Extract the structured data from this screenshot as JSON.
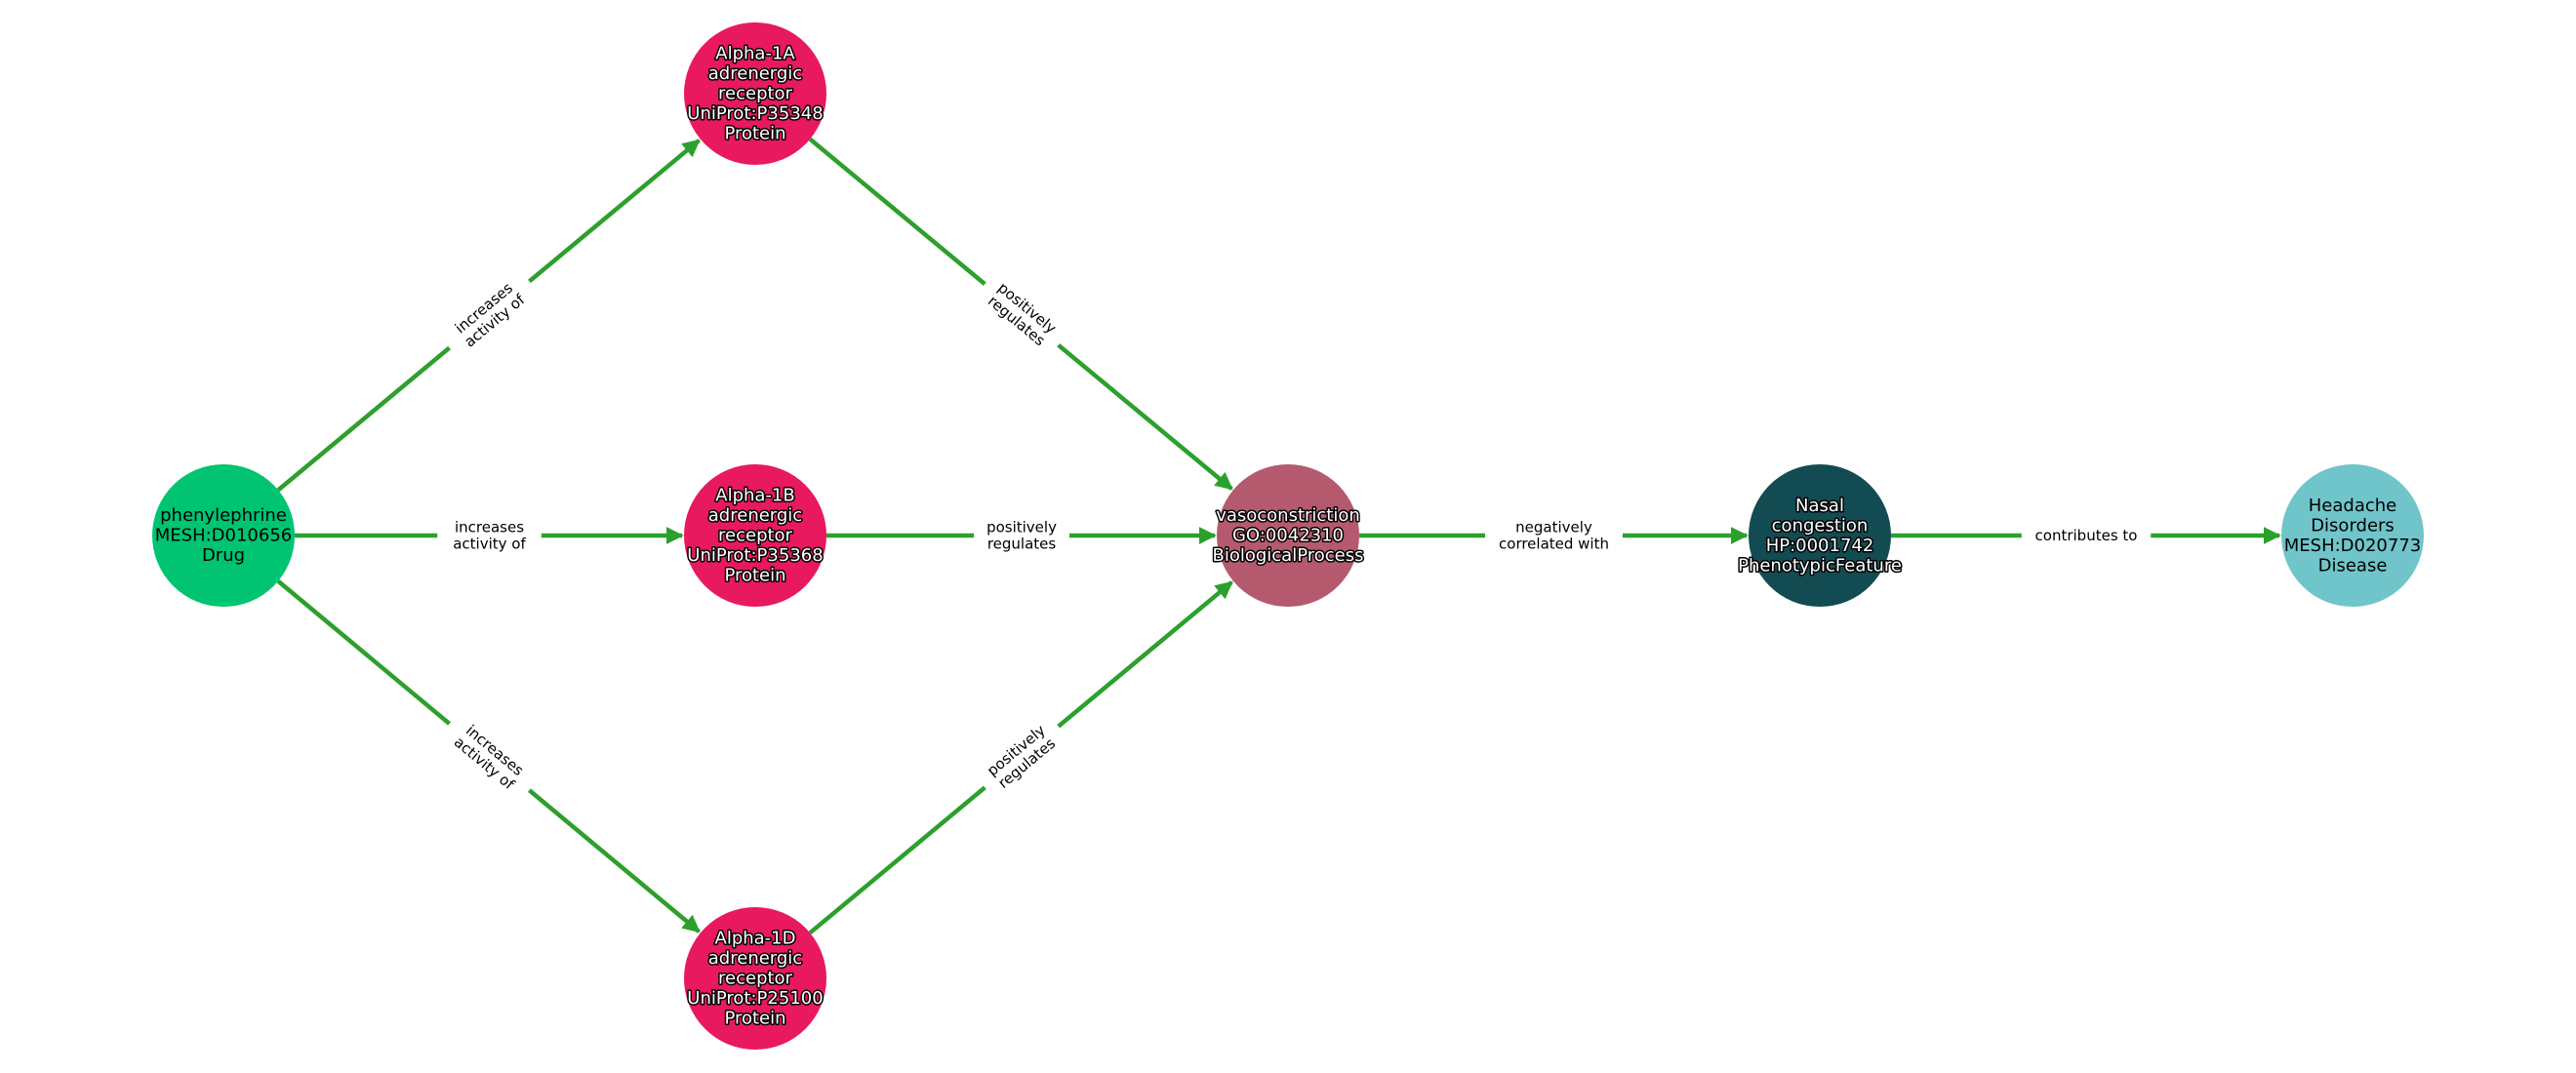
{
  "colors": {
    "edge": "#2ca02c",
    "Drug": "#00c472",
    "Protein": "#e8195f",
    "BiologicalProcess": "#b55a6e",
    "PhenotypicFeature": "#134b53",
    "Disease": "#6fc5c9"
  },
  "nodes": [
    {
      "id": "drug",
      "type": "Drug",
      "lines": [
        "phenylephrine",
        "MESH:D010656",
        "Drug"
      ],
      "halo": false
    },
    {
      "id": "a1a",
      "type": "Protein",
      "lines": [
        "Alpha-1A",
        "adrenergic",
        "receptor",
        "UniProt:P35348",
        "Protein"
      ],
      "halo": true
    },
    {
      "id": "a1b",
      "type": "Protein",
      "lines": [
        "Alpha-1B",
        "adrenergic",
        "receptor",
        "UniProt:P35368",
        "Protein"
      ],
      "halo": true
    },
    {
      "id": "a1d",
      "type": "Protein",
      "lines": [
        "Alpha-1D",
        "adrenergic",
        "receptor",
        "UniProt:P25100",
        "Protein"
      ],
      "halo": true
    },
    {
      "id": "vaso",
      "type": "BiologicalProcess",
      "lines": [
        "vasoconstriction",
        "GO:0042310",
        "BiologicalProcess"
      ],
      "halo": true
    },
    {
      "id": "nasal",
      "type": "PhenotypicFeature",
      "lines": [
        "Nasal",
        "congestion",
        "HP:0001742",
        "PhenotypicFeature"
      ],
      "halo": true
    },
    {
      "id": "headache",
      "type": "Disease",
      "lines": [
        "Headache",
        "Disorders",
        "MESH:D020773",
        "Disease"
      ],
      "halo": false
    }
  ],
  "edges": [
    {
      "from": "drug",
      "to": "a1a",
      "lines": [
        "increases",
        "activity of"
      ]
    },
    {
      "from": "drug",
      "to": "a1b",
      "lines": [
        "increases",
        "activity of"
      ]
    },
    {
      "from": "drug",
      "to": "a1d",
      "lines": [
        "increases",
        "activity of"
      ]
    },
    {
      "from": "a1a",
      "to": "vaso",
      "lines": [
        "positively",
        "regulates"
      ]
    },
    {
      "from": "a1b",
      "to": "vaso",
      "lines": [
        "positively",
        "regulates"
      ]
    },
    {
      "from": "a1d",
      "to": "vaso",
      "lines": [
        "positively",
        "regulates"
      ]
    },
    {
      "from": "vaso",
      "to": "nasal",
      "lines": [
        "negatively",
        "correlated with"
      ]
    },
    {
      "from": "nasal",
      "to": "headache",
      "lines": [
        "contributes to"
      ]
    }
  ]
}
